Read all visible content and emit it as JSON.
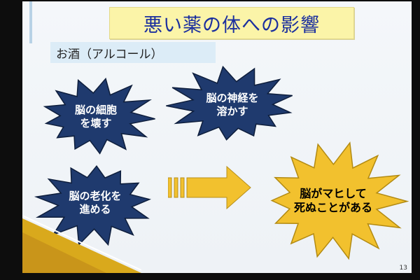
{
  "slide": {
    "title": "悪い薬の体への影響",
    "subtitle": "お酒（アルコール）",
    "page_number": "13",
    "bursts": [
      {
        "line1": "脳の細胞",
        "line2": "を壊す"
      },
      {
        "line1": "脳の神経を",
        "line2": "溶かす"
      },
      {
        "line1": "脳の老化を",
        "line2": "進める"
      },
      {
        "line1": "脳がマヒして",
        "line2": "死ぬことがある"
      }
    ]
  },
  "colors": {
    "title_text": "#1b2f9e",
    "title_bg": "#fbf4a8",
    "subtitle_bg": "#dcecf7",
    "burst_blue": "#1f3a6e",
    "burst_yellow": "#f2c12e",
    "arrow": "#f2c12e",
    "wedge": "#d9a91c"
  },
  "icons": {
    "arrow": "right-arrow-icon",
    "burst": "starburst-shape"
  }
}
